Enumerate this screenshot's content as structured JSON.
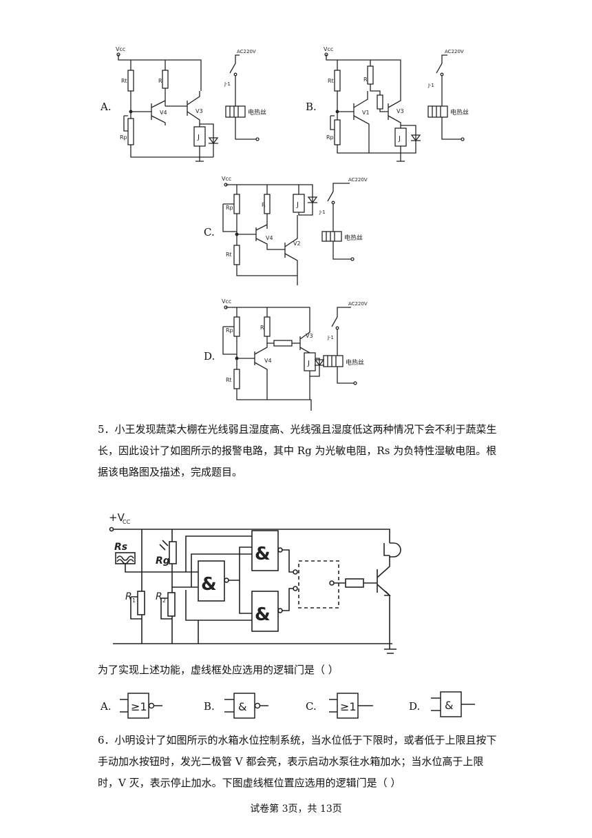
{
  "circuits": {
    "vcc": "Vcc",
    "ac": "AC220V",
    "relay_contact": "J-1",
    "heater": "电热丝",
    "relay": "J",
    "A": {
      "label": "A.",
      "rt": "Rt",
      "rp": "Rp",
      "r": "R",
      "q1": "V4",
      "q2": "V3"
    },
    "B": {
      "label": "B.",
      "rt": "Rt",
      "rp": "Rp",
      "r": "R",
      "q1": "V1",
      "q2": "V3"
    },
    "C": {
      "label": "C.",
      "rt": "Rt",
      "rp": "Rp",
      "r": "R",
      "q1": "V4",
      "q2": "V2"
    },
    "D": {
      "label": "D.",
      "rt": "Rt",
      "rp": "Rp",
      "r": "R",
      "q1": "V4",
      "q2": "V3"
    }
  },
  "q5": {
    "text": "5．小王发现蔬菜大棚在光线弱且湿度高、光线强且湿度低这两种情况下会不利于蔬菜生长，因此设计了如图所示的报警电路，其中 Rg 为光敏电阻，Rs 为负特性湿敏电阻。根据该电路图及描述，完成题目。",
    "diagram": {
      "vcc": "+V",
      "vcc_sub": "CC",
      "rs": "Rs",
      "rg": "Rg",
      "r1": "R",
      "r1_sub": "1",
      "r2": "R",
      "r2_sub": "2",
      "and": "&"
    },
    "question": "为了实现上述功能，虚线框处应选用的逻辑门是（    ）",
    "options": [
      {
        "label": "A.",
        "symbol": "≥1",
        "bubble": true
      },
      {
        "label": "B.",
        "symbol": "&",
        "bubble": true
      },
      {
        "label": "C.",
        "symbol": "≥1",
        "bubble": false
      },
      {
        "label": "D.",
        "symbol": "&",
        "bubble": false
      }
    ]
  },
  "q6": {
    "text": "6．小明设计了如图所示的水箱水位控制系统，当水位低于下限时，或者低于上限且按下手动加水按钮时，发光二极管 V 都会亮，表示启动水泵往水箱加水；当水位高于上限时，V 灭，表示停止加水。下图虚线框位置应选用的逻辑门是（ ）"
  },
  "footer": "试卷第 3页，共 13页"
}
